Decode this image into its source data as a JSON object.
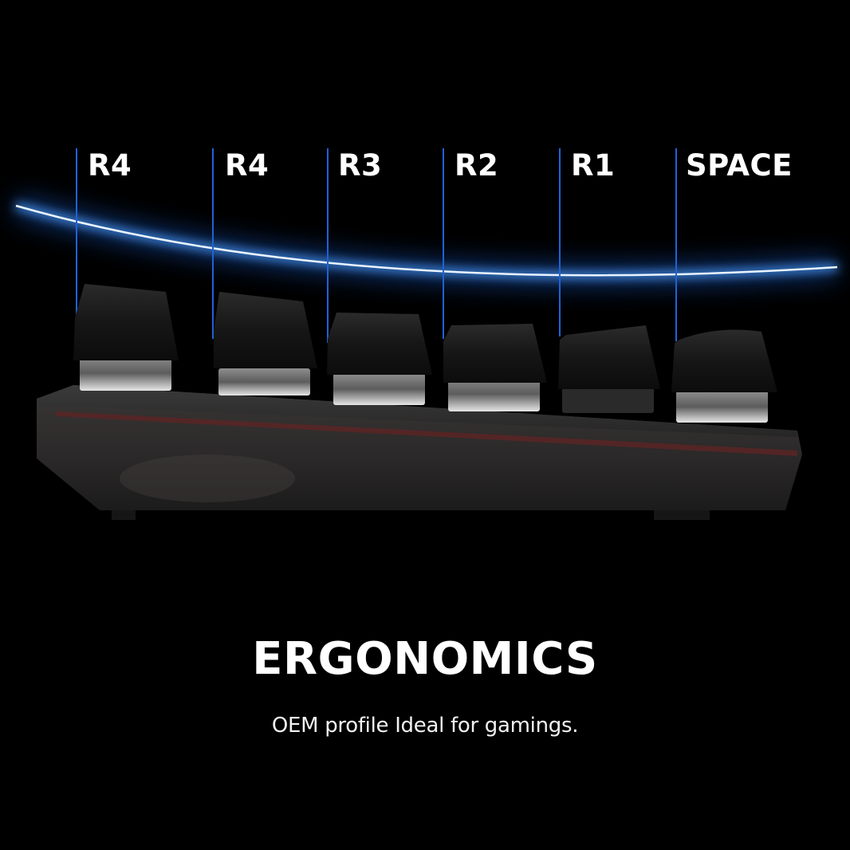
{
  "rows": [
    {
      "id": "r4-a",
      "label": "R4"
    },
    {
      "id": "r4-b",
      "label": "R4"
    },
    {
      "id": "r3",
      "label": "R3"
    },
    {
      "id": "r2",
      "label": "R2"
    },
    {
      "id": "r1",
      "label": "R1"
    },
    {
      "id": "space",
      "label": "SPACE"
    }
  ],
  "headline": "ERGONOMICS",
  "subline": "OEM profile Ideal for gamings.",
  "colors": {
    "background": "#000000",
    "text": "#ffffff",
    "guide_line": "#1f63d6",
    "curve_glow": "#3a8dff",
    "keycap": "#151515",
    "case": "#2a2a2a",
    "accent_strip": "#5a2424"
  }
}
